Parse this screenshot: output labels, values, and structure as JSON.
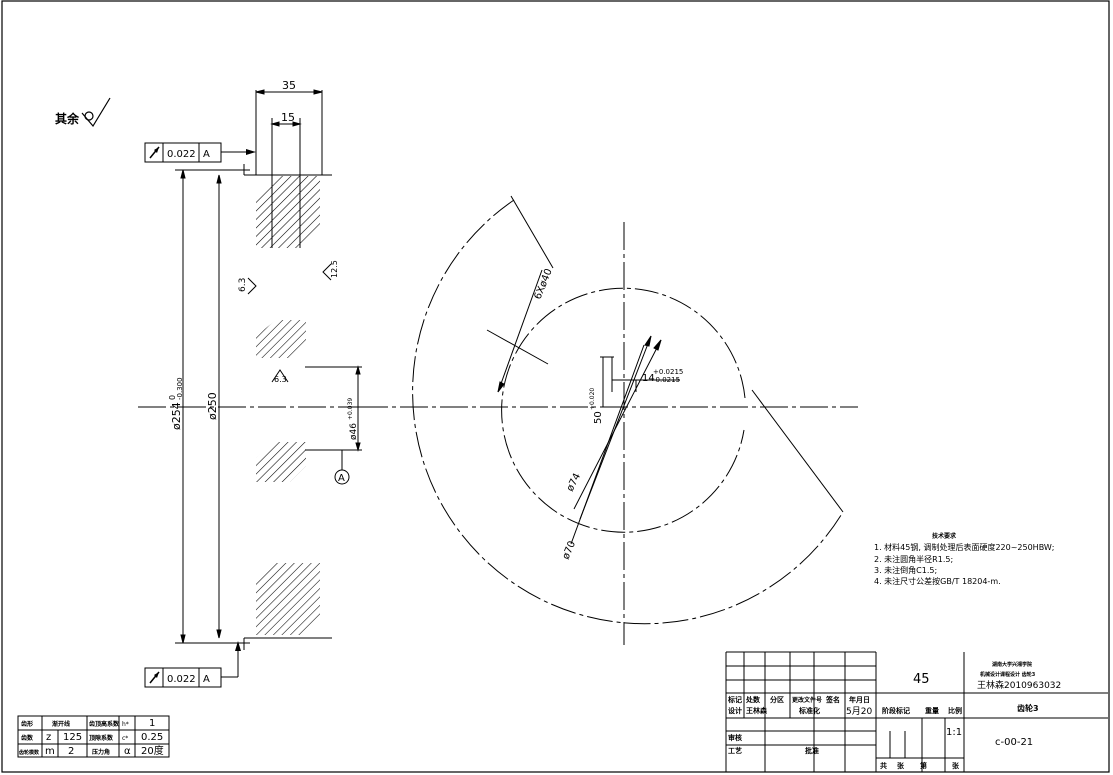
{
  "drawing": {
    "roughness_note": "其余",
    "runout_value": "0.022",
    "datum_letter": "A",
    "datum_circle": "A",
    "dims": {
      "width_35": "35",
      "width_15": "15",
      "dia_254": "ø254",
      "dia_254_tol_upper": "0",
      "dia_254_tol_lower": "-0.300",
      "dia_250": "ø250",
      "dia_46": "ø46",
      "dia_46_tol": "+0.039",
      "rough_63_a": "6.3",
      "rough_63_b": "6.3",
      "rough_125": "12.5",
      "holes": "6Xø40",
      "keyway_width": "14",
      "keyway_tol_upper": "+0.0215",
      "keyway_tol_lower": "-0.0215",
      "keyway_depth": "50",
      "keyway_depth_tol": "+0.020",
      "dia_74": "ø74",
      "dia_70": "ø70"
    }
  },
  "tech_requirements": {
    "title": "技术要求",
    "items": [
      "1. 材料45钢, 调制处理后表面硬度220~250HBW;",
      "2. 未注圆角半径R1.5;",
      "3. 未注倒角C1.5;",
      "4. 未注尺寸公差按GB/T 18204-m."
    ]
  },
  "params_table": {
    "rows": [
      [
        "齿形",
        "渐开线",
        "齿顶高系数",
        "h*",
        "1"
      ],
      [
        "齿数",
        "z",
        "125",
        "顶隙系数",
        "c*",
        "0.25"
      ],
      [
        "齿轮模数",
        "m",
        "2",
        "压力角",
        "α",
        "20度"
      ]
    ]
  },
  "title_block": {
    "material": "45",
    "school": "湖南大学兴湘学院",
    "project": "机械设计课程设计 齿轮3",
    "student": "王林森2010963032",
    "drawing_name": "齿轮3",
    "drawing_no": "c-00-21",
    "scale": "1:1",
    "labels": {
      "mark": "标记",
      "count": "处数",
      "zone": "分区",
      "change_doc": "更改文件号",
      "sign": "签名",
      "date": "年月日",
      "design": "设计",
      "designer": "王林森",
      "standardize": "标准化",
      "date_value": "5月20",
      "stage": "阶段标记",
      "weight": "重量",
      "scale_label": "比例",
      "review": "审核",
      "process": "工艺",
      "approve": "批准",
      "total": "共",
      "sheets": "张",
      "number": "第",
      "sheet": "张"
    }
  }
}
